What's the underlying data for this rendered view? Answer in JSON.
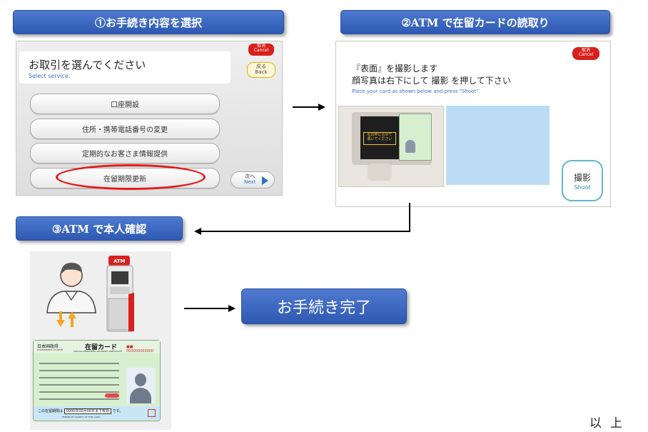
{
  "steps": {
    "step1": "①お手続き内容を選択",
    "step2": "②ATM で在留カードの読取り",
    "step3": "③ATM で本人確認"
  },
  "screen1": {
    "title": "お取引を選んでください",
    "subtitle": "Select service.",
    "cancel_jp": "取消",
    "cancel_en": "Cancel",
    "back_jp": "戻る",
    "back_en": "Back",
    "options": [
      "口座開設",
      "住所・携帯電話番号の変更",
      "定期的なお客さま情報提供",
      "在留期限更新"
    ],
    "next_jp": "次へ",
    "next_en": "Next"
  },
  "screen2": {
    "cancel_jp": "取消",
    "cancel_en": "Cancel",
    "line1": "『表面』を撮影します",
    "line2": "顔写真は右下にして 撮影 を押して下さい",
    "subtitle": "Place your card as shown below and press \"Shoot\".",
    "slot_text_1": "右の枠に合せて",
    "slot_text_2": "置いてください",
    "shoot_jp": "撮影",
    "shoot_en": "Shoot"
  },
  "card": {
    "country": "日本国政府",
    "country_en": "GOVERNMENT OF JAPAN",
    "title": "在留カード",
    "title_en": "SPECIAL PERMANENT RESIDENT CERTIFICATE",
    "number": "■■ 000000000000",
    "validity_label": "この在留期限は",
    "validity_date": "0000年00月00日まで有効",
    "validity_suffix": "です。",
    "validity_en": "PERIOD OF VALIDITY OF THIS CARD",
    "atm_label": "ATM"
  },
  "done_label": "お手続き完了",
  "closing": "以上",
  "colors": {
    "header_blue": "#3a64be",
    "highlight_red": "#e41b1b",
    "cancel_red": "#d8201c",
    "shoot_border": "#5fb9c9",
    "preview_blue": "#bcdcf6",
    "arrow_orange": "#f5a623"
  }
}
